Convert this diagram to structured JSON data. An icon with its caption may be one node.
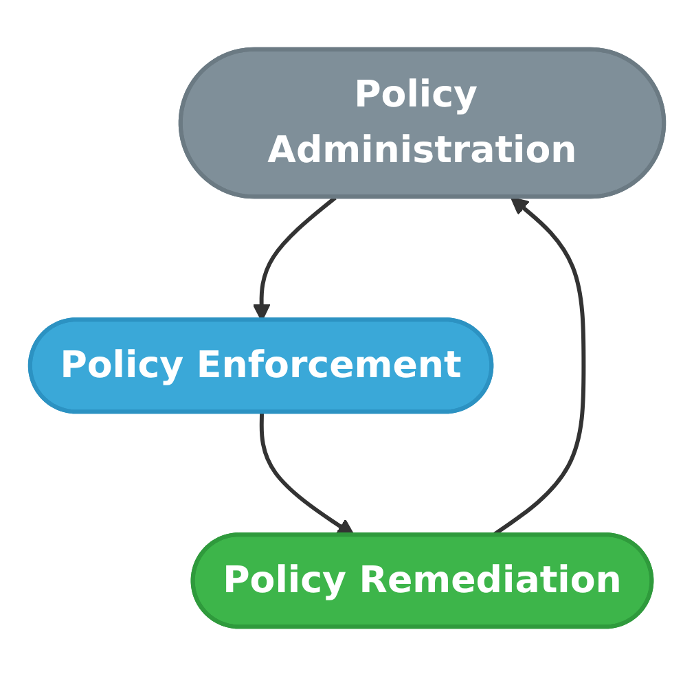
{
  "diagram": {
    "nodes": [
      {
        "text": [
          "Policy Administration"
        ]
      },
      {
        "text": [
          "Policy Enforcement"
        ]
      },
      {
        "text": [
          "Policy Remediation"
        ]
      }
    ],
    "edges": [
      {
        "from": 0,
        "to": 1,
        "arrow": "to"
      },
      {
        "from": 1,
        "to": 2,
        "arrow": "to"
      },
      {
        "from": 2,
        "to": 0,
        "arrow": "to"
      }
    ]
  }
}
